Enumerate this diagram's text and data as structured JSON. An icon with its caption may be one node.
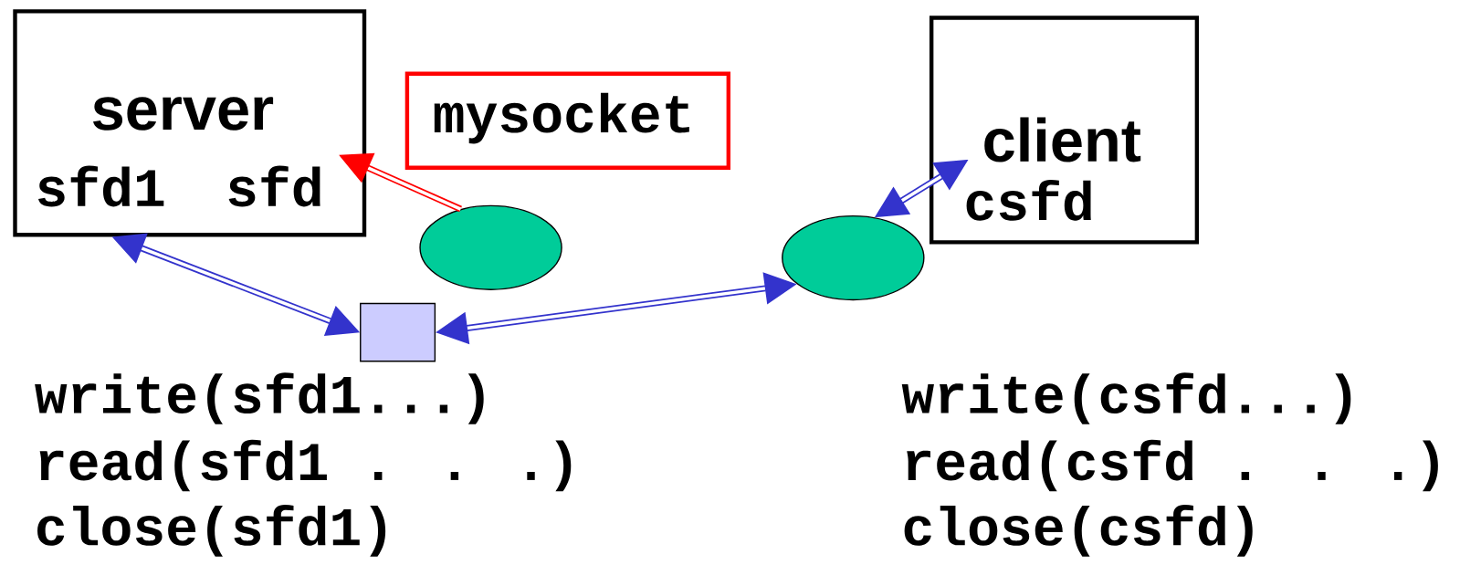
{
  "diagram": {
    "nodes": [
      {
        "text": [
          "server",
          "sfd1",
          "sfd"
        ]
      },
      {
        "text": [
          "mysocket"
        ]
      },
      {
        "text": [],
        "shape": "ellipse"
      },
      {
        "text": [],
        "shape": "box"
      },
      {
        "text": [],
        "shape": "ellipse"
      },
      {
        "text": [
          "client",
          "csfd"
        ]
      }
    ],
    "edges": [
      {
        "from": 2,
        "to": 0,
        "arrow": "to",
        "color": "#ff0000"
      },
      {
        "from": 0,
        "to": 3,
        "arrow": "both"
      },
      {
        "from": 3,
        "to": 4,
        "arrow": "both"
      },
      {
        "from": 4,
        "to": 5,
        "arrow": "both"
      }
    ],
    "labels": [
      "write(sfd1...)",
      "read(sfd1 . . .)",
      "close(sfd1)",
      "write(csfd...)",
      "read(csfd . . .)",
      "close(csfd)"
    ]
  }
}
